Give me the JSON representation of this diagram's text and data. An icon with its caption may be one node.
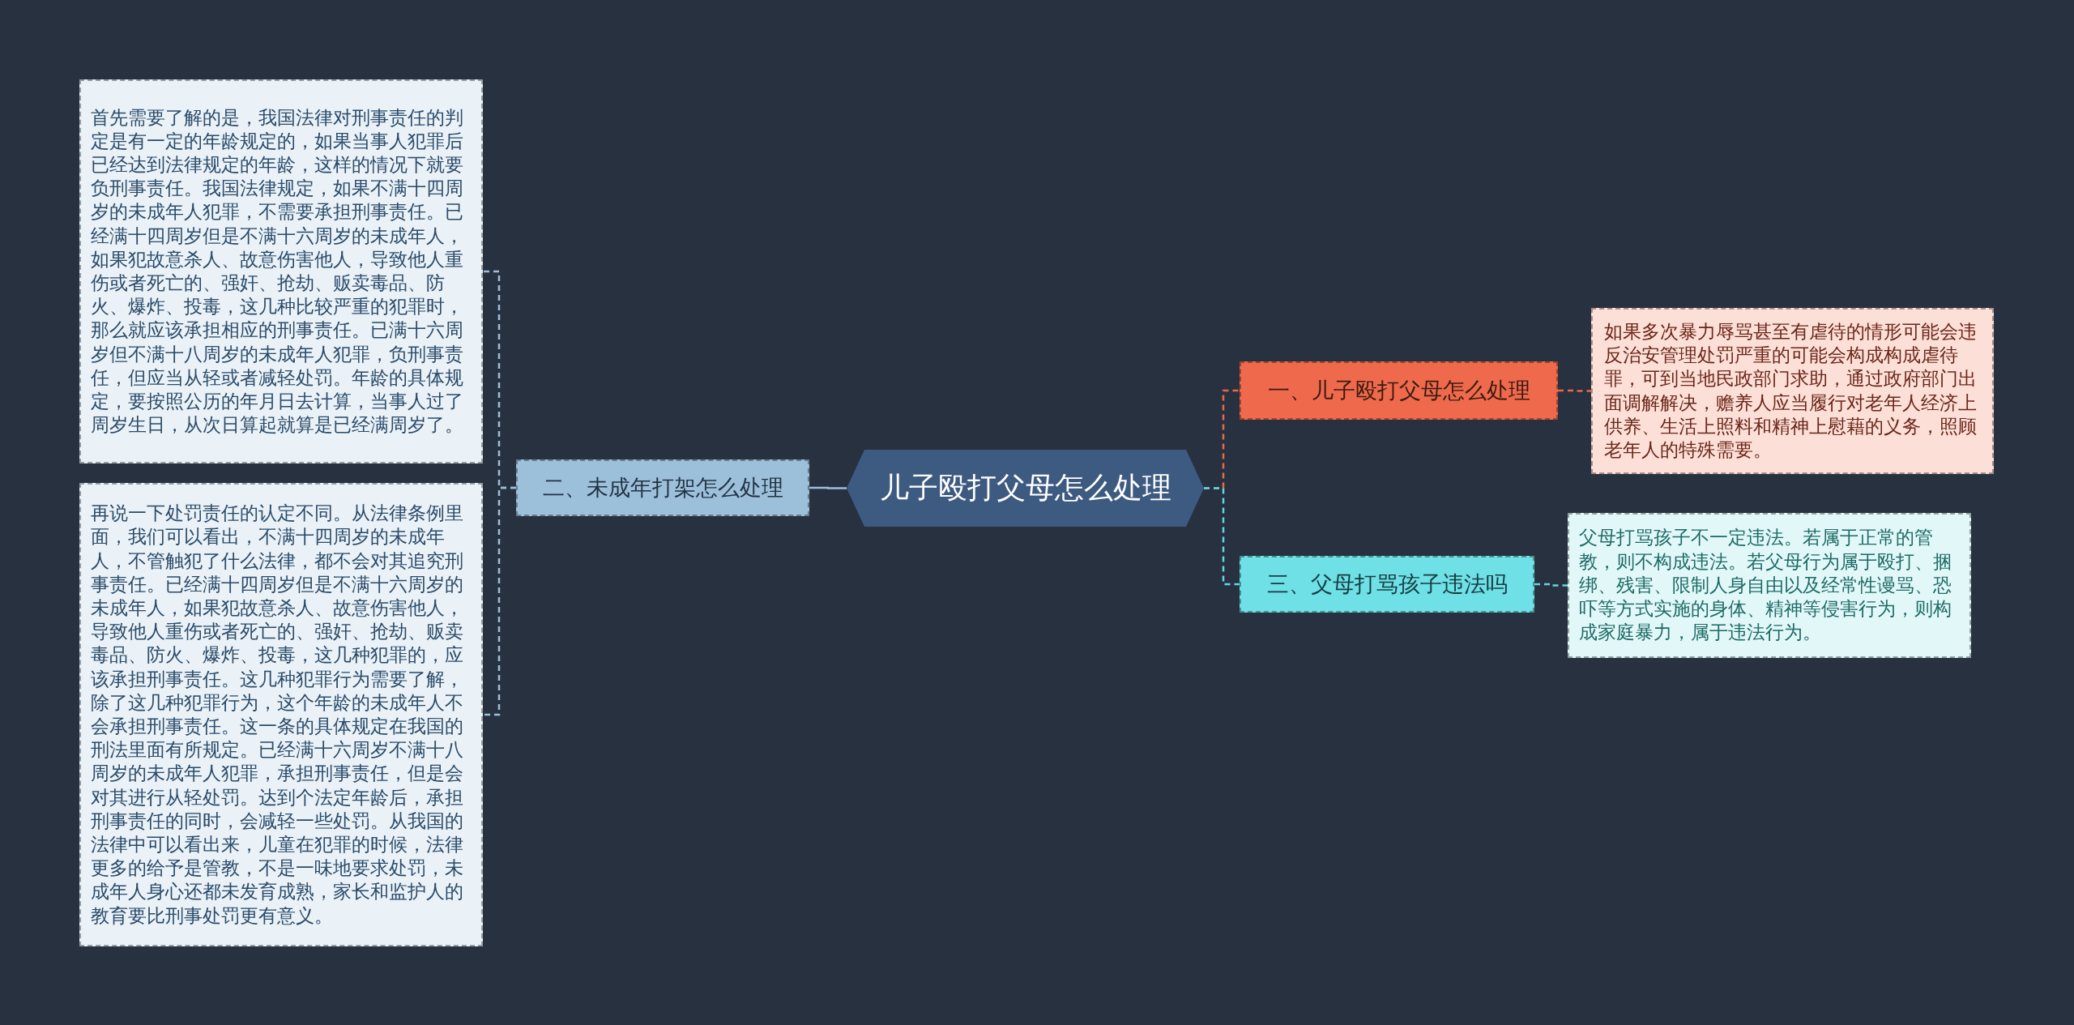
{
  "diagram": {
    "nodes": [
      {
        "text": [
          "儿子殴打父母怎么处理"
        ]
      },
      {
        "text": [
          "一、儿子殴打父母怎么处理"
        ]
      },
      {
        "text": [
          "如果多次暴力辱骂甚至有虐待的情形可能会违反治安管理处罚严重的可能会构成构成虐待罪，可到当地民政部门求助，通过政府部门出面调解解决，赡养人应当履行对老年人经济上供养、生活上照料和精神上慰藉的义务，照顾老年人的特殊需要。"
        ]
      },
      {
        "text": [
          "二、未成年打架怎么处理"
        ]
      },
      {
        "text": [
          "首先需要了解的是，我国法律对刑事责任的判定是有一定的年龄规定的，如果当事人犯罪后已经达到法律规定的年龄，这样的情况下就要负刑事责任。我国法律规定，如果不满十四周岁的未成年人犯罪，不需要承担刑事责任。已经满十四周岁但是不满十六周岁的未成年人，如果犯故意杀人、故意伤害他人，导致他人重伤或者死亡的、强奸、抢劫、贩卖毒品、防火、爆炸、投毒，这几种比较严重的犯罪时，那么就应该承担相应的刑事责任。已满十六周岁但不满十八周岁的未成年人犯罪，负刑事责任，但应当从轻或者减轻处罚。年龄的具体规定，要按照公历的年月日去计算，当事人过了周岁生日，从次日算起就算是已经满周岁了。"
        ]
      },
      {
        "text": [
          "再说一下处罚责任的认定不同。从法律条例里面，我们可以看出，不满十四周岁的未成年人，不管触犯了什么法律，都不会对其追究刑事责任。已经满十四周岁但是不满十六周岁的未成年人，如果犯故意杀人、故意伤害他人，导致他人重伤或者死亡的、强奸、抢劫、贩卖毒品、防火、爆炸、投毒，这几种犯罪的，应该承担刑事责任。这几种犯罪行为需要了解，除了这几种犯罪行为，这个年龄的未成年人不会承担刑事责任。这一条的具体规定在我国的刑法里面有所规定。已经满十六周岁不满十八周岁的未成年人犯罪，承担刑事责任，但是会对其进行从轻处罚。达到个法定年龄后，承担刑事责任的同时，会减轻一些处罚。从我国的法律中可以看出来，儿童在犯罪的时候，法律更多的给予是管教，不是一味地要求处罚，未成年人身心还都未发育成熟，家长和监护人的教育要比刑事处罚更有意义。"
        ]
      },
      {
        "text": [
          "三、父母打骂孩子违法吗"
        ]
      },
      {
        "text": [
          "父母打骂孩子不一定违法。若属于正常的管教，则不构成违法。若父母行为属于殴打、捆绑、残害、限制人身自由以及经常性谩骂、恐吓等方式实施的身体、精神等侵害行为，则构成家庭暴力，属于违法行为。"
        ]
      }
    ],
    "edges": [
      {
        "from": 0,
        "to": 1,
        "arrow": "none",
        "style": "dashed",
        "color": "#e8694a"
      },
      {
        "from": 1,
        "to": 2,
        "arrow": "none",
        "style": "dashed",
        "color": "#e8694a"
      },
      {
        "from": 0,
        "to": 3,
        "arrow": "none",
        "color": "#9dbfd9"
      },
      {
        "from": 3,
        "to": 4,
        "arrow": "none",
        "style": "dashed",
        "color": "#9dbfd9"
      },
      {
        "from": 3,
        "to": 5,
        "arrow": "none",
        "style": "dashed",
        "color": "#9dbfd9"
      },
      {
        "from": 0,
        "to": 6,
        "arrow": "none",
        "style": "dashed",
        "color": "#5fd8e0"
      },
      {
        "from": 6,
        "to": 7,
        "arrow": "none",
        "style": "dashed",
        "color": "#5fd8e0"
      }
    ]
  }
}
